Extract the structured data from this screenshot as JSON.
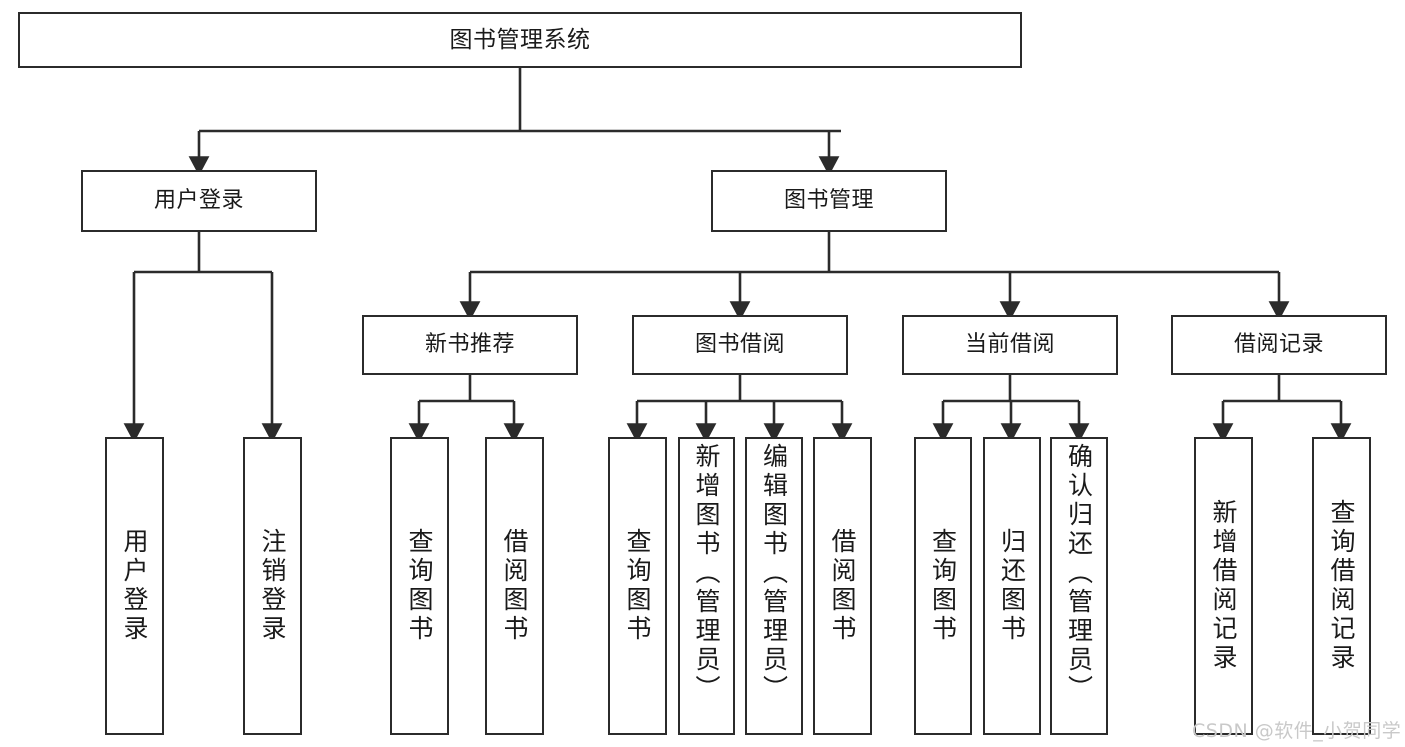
{
  "diagram": {
    "title": "图书管理系统",
    "type": "tree-hierarchy",
    "orientation": "top-down",
    "box_border_color": "#2b2b2b",
    "box_fill_color": "#ffffff",
    "connector_color": "#2b2b2b",
    "background_color": "#ffffff"
  },
  "nodes": {
    "root": {
      "label": "图书管理系统"
    },
    "level2": [
      {
        "label": "用户登录"
      },
      {
        "label": "图书管理"
      }
    ],
    "level3": [
      {
        "label": "新书推荐"
      },
      {
        "label": "图书借阅"
      },
      {
        "label": "当前借阅"
      },
      {
        "label": "借阅记录"
      }
    ],
    "leaves": {
      "user_login": [
        {
          "label": "用户登录"
        },
        {
          "label": "注销登录"
        }
      ],
      "new_book_recommend": [
        {
          "label": "查询图书"
        },
        {
          "label": "借阅图书"
        }
      ],
      "book_borrow": [
        {
          "label": "查询图书"
        },
        {
          "label": "新增图书（管理员）"
        },
        {
          "label": "编辑图书（管理员）"
        },
        {
          "label": "借阅图书"
        }
      ],
      "current_borrow": [
        {
          "label": "查询图书"
        },
        {
          "label": "归还图书"
        },
        {
          "label": "确认归还（管理员）"
        }
      ],
      "borrow_record": [
        {
          "label": "新增借阅记录"
        },
        {
          "label": "查询借阅记录"
        }
      ]
    }
  },
  "watermark": {
    "text": "CSDN @软件_小贺同学",
    "color": "#c9c9c9"
  }
}
